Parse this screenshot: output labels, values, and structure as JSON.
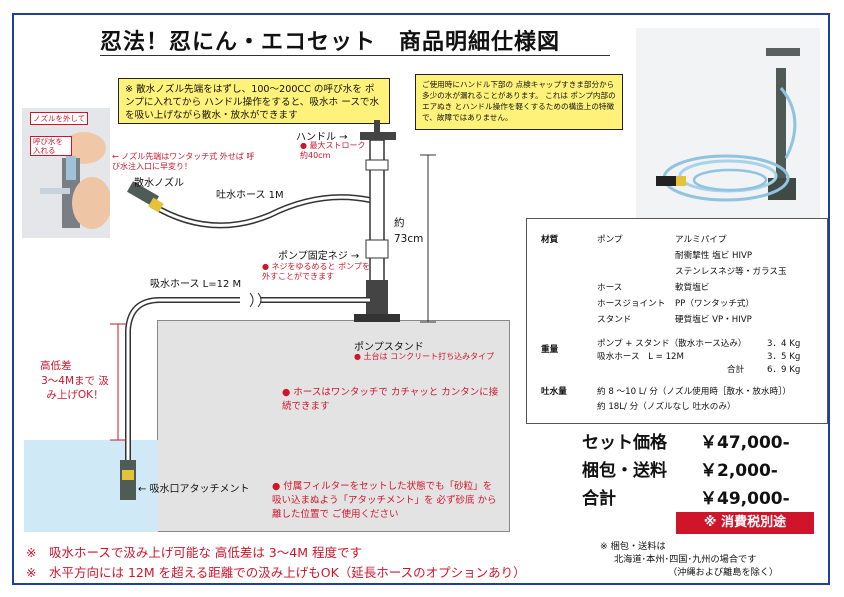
{
  "title": "忍法！忍にん・エコセット　商品明細仕様図",
  "note_left": "※ 散水ノズル先端をはずし、100～200CC の呼び水を ポンプに入れてから ハンドル操作をすると、吸水ホ ースで水を吸い上げながら散水・放水ができます",
  "note_right": "ご使用時にハンドル下部の 点検キャップすきま部分から多少の水が漏れることがあります。 これは ポンプ内部のエアぬき とハンドル操作を軽くするための構造上の特徴で、故障ではありません。",
  "photo_left": {
    "tag_nozzle": "ノズルを外して",
    "tag_water": "呼び水を 入れる"
  },
  "nozzle_note": "← ノズル先端はワンタッチ式 外せば 呼び水注入口に早変り！",
  "labels": {
    "nozzle": "散水ノズル",
    "discharge_hose": "吐水ホース 1M",
    "handle": "ハンドル →",
    "stroke": "● 最大ストローク 約40cm",
    "height": "約 73cm",
    "screw": "ポンプ固定ネジ →",
    "screw_note": "● ネジをゆるめると ポンプを 外すことができます",
    "suction_hose": "吸水ホース L=12 M",
    "stand": "ポンプスタンド",
    "stand_note": "● 土台は コンクリート打ち込みタイプ",
    "lift_title": "高低差",
    "lift_body": "3～4Mまで 汲み上げOK！",
    "hose_note": "● ホースはワンタッチで カチャッと カンタンに接続できます",
    "attachment": "← 吸水口アタッチメント",
    "filter_note": "● 付属フィルターをセットした状態でも「砂粒」を 吸い込まぬよう「アタッチメント」を 必ず砂底 から離した位置で ご使用ください"
  },
  "spec": {
    "material_header": "材質",
    "rows": [
      {
        "part": "ポンプ",
        "value": "アルミパイプ"
      },
      {
        "part": "",
        "value": "耐衝撃性 塩ビ HIVP"
      },
      {
        "part": "",
        "value": "ステンレスネジ等・ガラス玉"
      },
      {
        "part": "ホース",
        "value": "軟質塩ビ"
      },
      {
        "part": "ホースジョイント",
        "value": "PP（ワンタッチ式）"
      },
      {
        "part": "スタンド",
        "value": "硬質塩ビ VP・HIVP"
      }
    ],
    "weight_header": "重量",
    "weights": [
      {
        "item": "ポンプ + スタンド（散水ホース込み）",
        "value": "3．4 Kg"
      },
      {
        "item": "吸水ホース　L = 12M",
        "value": "3．5 Kg"
      },
      {
        "item": "合計",
        "value": "6．9 Kg"
      }
    ],
    "flow_header": "吐水量",
    "flow_1": "約 8 ～10 L/ 分（ノズル使用時［散水・放水時］）",
    "flow_2": "約 18L/ 分（ノズルなし 吐水のみ）"
  },
  "prices": [
    {
      "label": "セット価格",
      "value": "￥47,000-"
    },
    {
      "label": "梱包・送料",
      "value": "￥2,000-"
    },
    {
      "label": "合計",
      "value": "￥49,000-"
    }
  ],
  "tax": "※ 消費税別途",
  "footnotes": [
    "※　吸水ホースで汲み上げ可能な 高低差は 3～4M 程度です",
    "※　水平方向には 12M を超える距離での汲み上げもOK（延長ホースのオプションあり）"
  ],
  "shipping": {
    "line1": "※ 梱包・送料は",
    "line2": "北海道･本州･四国･九州の場合です",
    "line3": "（沖縄および離島を除く）"
  },
  "colors": {
    "frame": "#1f3f9a",
    "red": "#d0152b",
    "yellow": "#fff27a",
    "water": "#cfe9f7",
    "ground": "#e3e3e3"
  }
}
